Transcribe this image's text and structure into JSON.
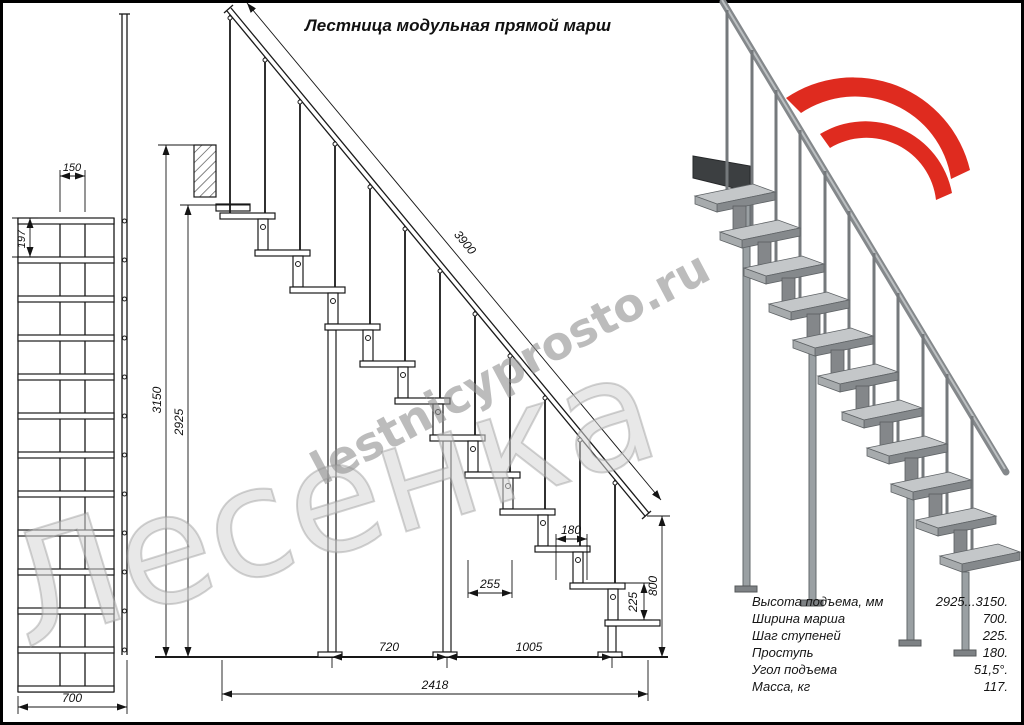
{
  "title": "Лестница модульная прямой марш",
  "watermark": {
    "brand": "Лесенка",
    "site": "lestnicyprosto.ru"
  },
  "front_view": {
    "module_width": "150",
    "step_pitch": "197",
    "march_width": "700"
  },
  "side_view": {
    "rail_length": "3900",
    "total_height": "3150",
    "march_height": "2925",
    "tread_depth": "180",
    "step_run": "255",
    "step_rise": "225",
    "post_span_1": "720",
    "post_span_2": "1005",
    "total_run": "2418",
    "rail_end_height": "800"
  },
  "specs": {
    "rows": [
      {
        "label": "Высота подъема, мм",
        "value": "2925...3150."
      },
      {
        "label": "Ширина марша",
        "value": "700."
      },
      {
        "label": "Шаг ступеней",
        "value": "225."
      },
      {
        "label": "Проступь",
        "value": "180."
      },
      {
        "label": "Угол подъема",
        "value": "51,5°."
      },
      {
        "label": "Масса, кг",
        "value": "117."
      }
    ]
  },
  "colors": {
    "accent_red": "#df2b1f",
    "line": "#1a1a1a",
    "watermark": "#c9c9c9",
    "metal": "#9aa0a3"
  }
}
